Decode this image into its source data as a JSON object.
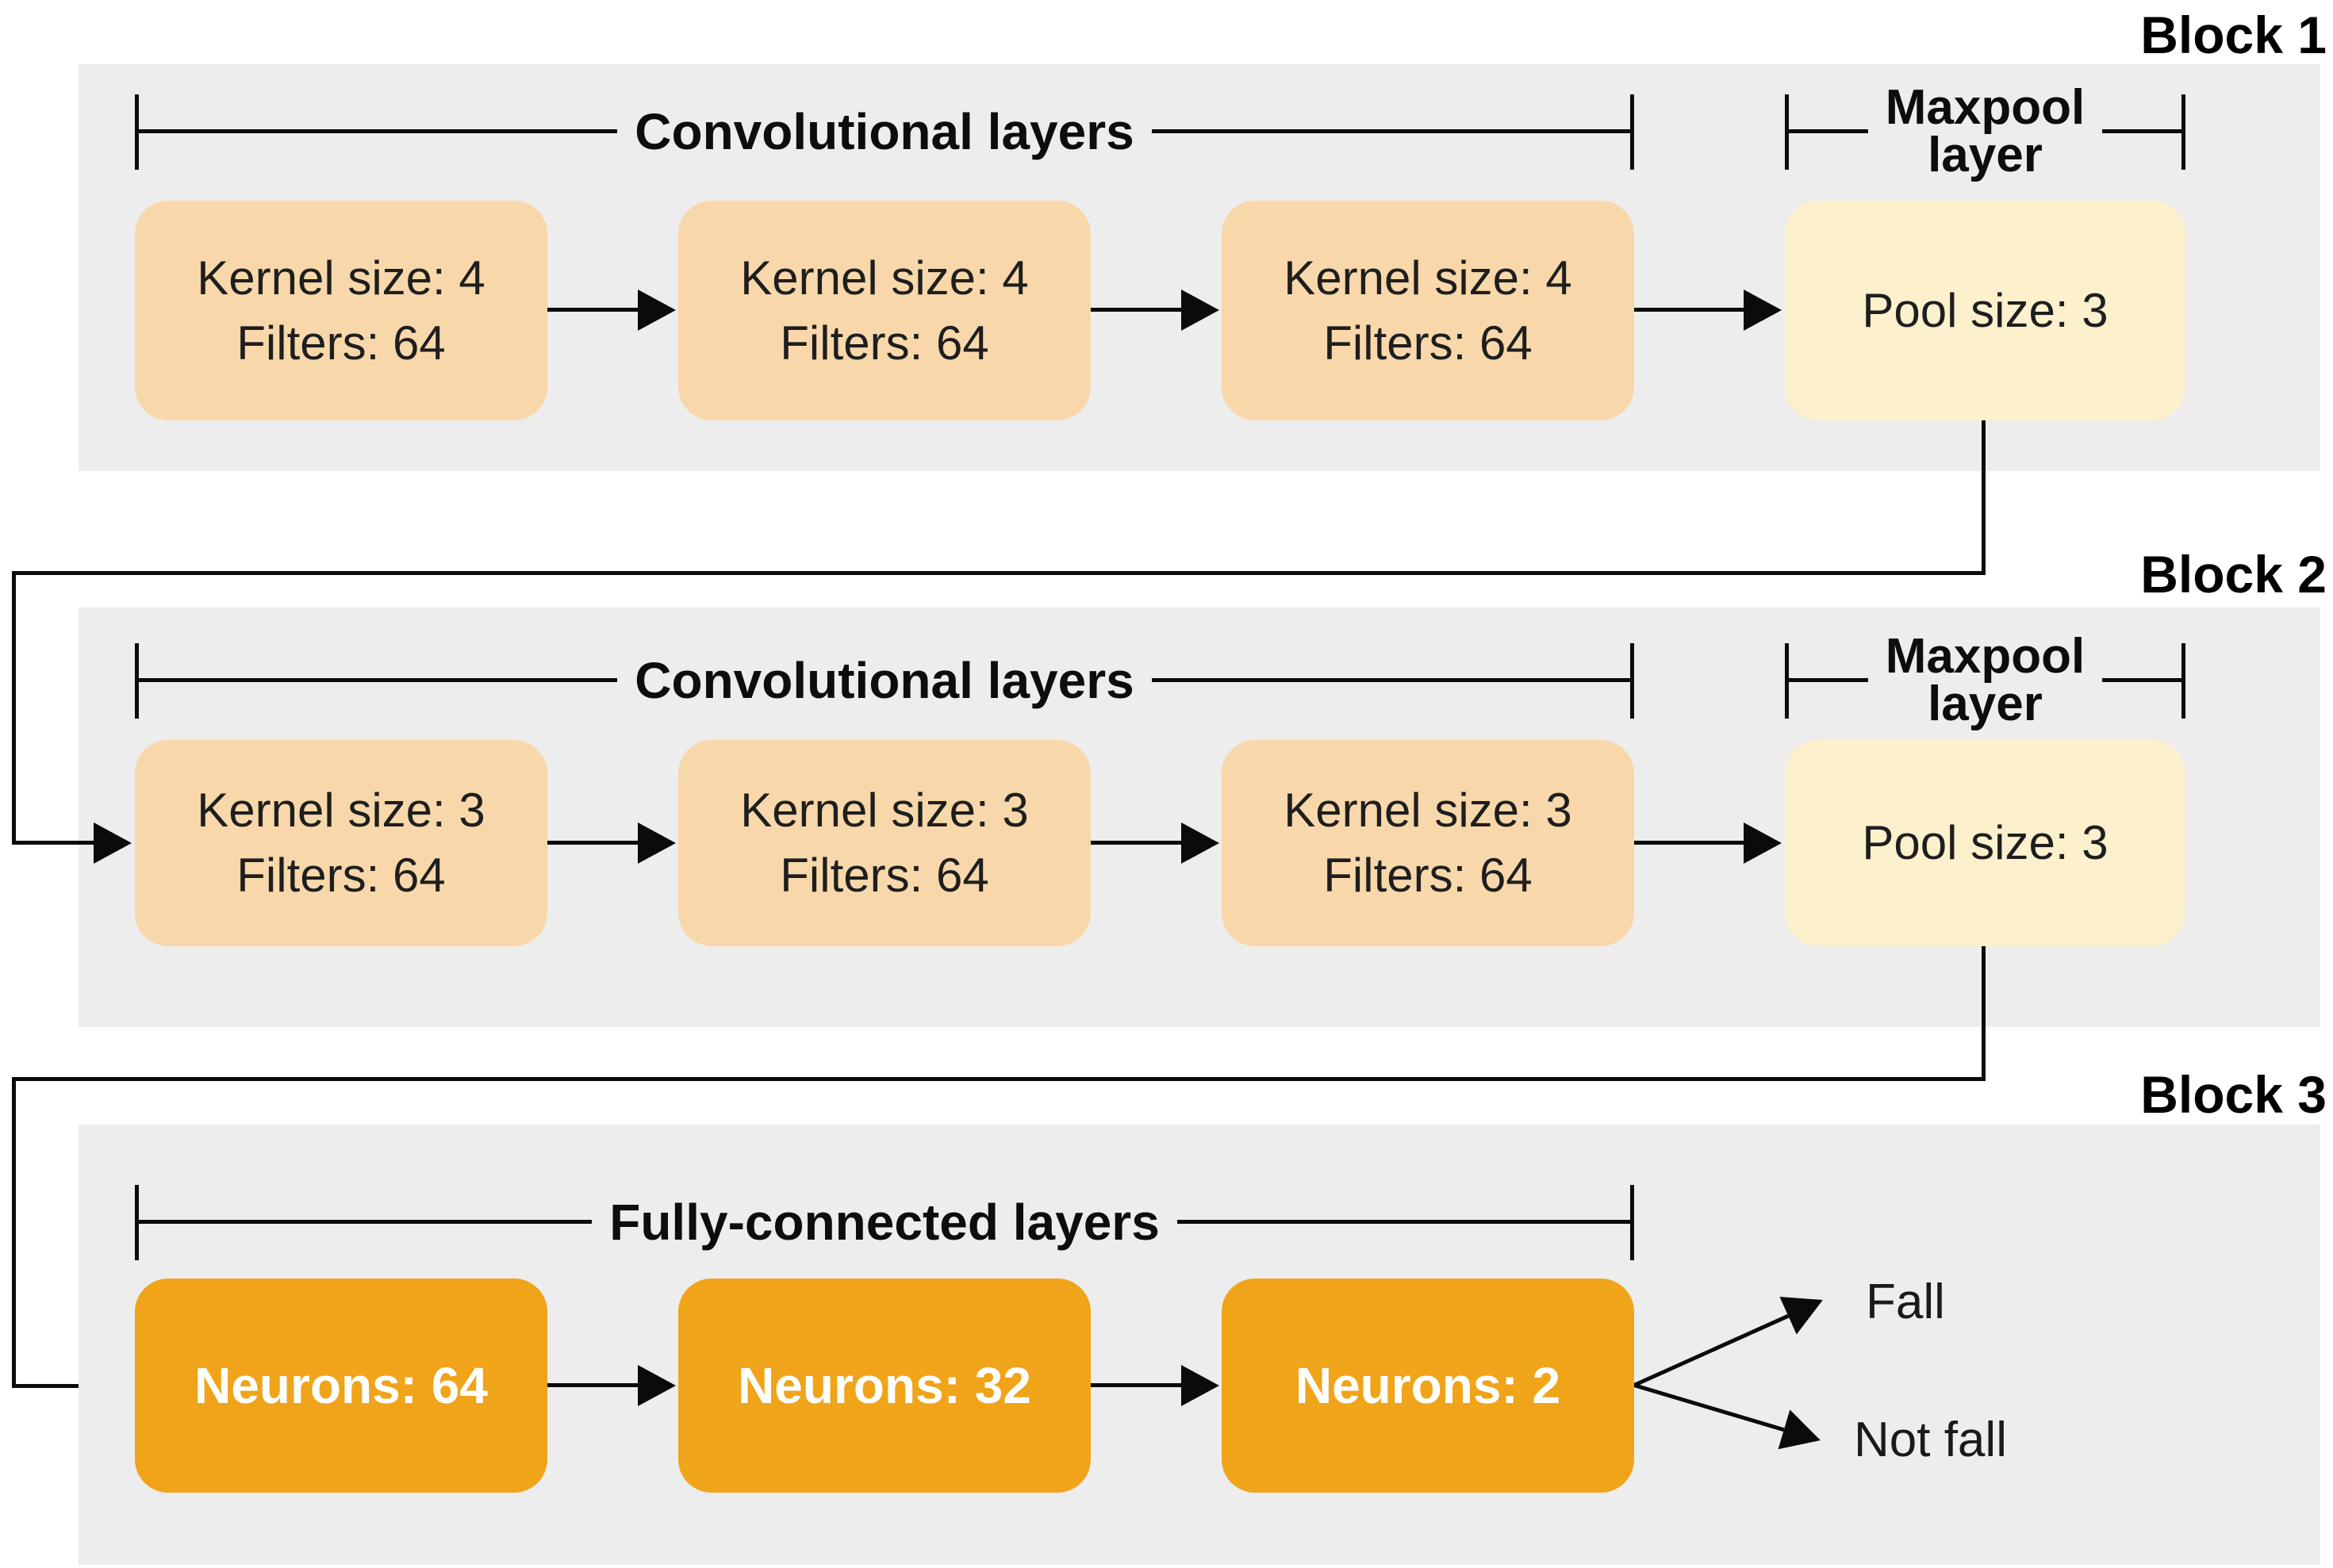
{
  "colors": {
    "panel": "#EDEDED",
    "conv_box": "#F8D8AA",
    "pool_box": "#FCF0CD",
    "fc_box": "#F0A41A",
    "line": "#0B0B0B",
    "box_text": "#1E1E1E",
    "fc_text": "#FFFFFF"
  },
  "block1": {
    "label": "Block 1",
    "conv_bracket_label": "Convolutional layers",
    "maxpool_label_line1": "Maxpool",
    "maxpool_label_line2": "layer",
    "boxes": [
      {
        "line1": "Kernel size: 4",
        "line2": "Filters: 64"
      },
      {
        "line1": "Kernel size: 4",
        "line2": "Filters: 64"
      },
      {
        "line1": "Kernel size: 4",
        "line2": "Filters: 64"
      }
    ],
    "pool_label": "Pool size: 3"
  },
  "block2": {
    "label": "Block 2",
    "conv_bracket_label": "Convolutional layers",
    "maxpool_label_line1": "Maxpool",
    "maxpool_label_line2": "layer",
    "boxes": [
      {
        "line1": "Kernel size: 3",
        "line2": "Filters: 64"
      },
      {
        "line1": "Kernel size: 3",
        "line2": "Filters: 64"
      },
      {
        "line1": "Kernel size: 3",
        "line2": "Filters: 64"
      }
    ],
    "pool_label": "Pool size: 3"
  },
  "block3": {
    "label": "Block 3",
    "fc_bracket_label": "Fully-connected layers",
    "boxes": [
      {
        "label": "Neurons: 64"
      },
      {
        "label": "Neurons: 32"
      },
      {
        "label": "Neurons: 2"
      }
    ],
    "outputs": [
      {
        "label": "Fall"
      },
      {
        "label": "Not fall"
      }
    ]
  }
}
